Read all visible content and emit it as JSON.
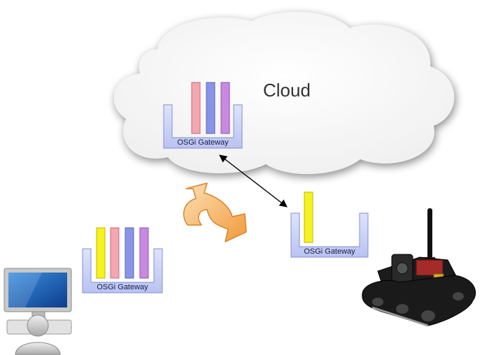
{
  "cloud": {
    "label": "Cloud"
  },
  "gateways": {
    "cloud": {
      "label": "OSGi Gateway",
      "bundles": [
        "#f4a7b0",
        "#8a94e6",
        "#c78ae0"
      ]
    },
    "robot": {
      "label": "OSGi Gateway",
      "bundles": [
        "#f5f21e"
      ]
    },
    "pc": {
      "label": "OSGi Gateway",
      "bundles": [
        "#f5f21e",
        "#f4a7b0",
        "#8a94e6",
        "#c78ae0"
      ]
    }
  },
  "colors": {
    "gateway_fill": "#c7cff2",
    "gateway_stroke": "#7f8fd6",
    "migration_arrow": "#f4a850",
    "link": "#000000"
  },
  "icons": {
    "link": "bidirectional-arrow-icon",
    "migration": "migration-arrow-icon",
    "user": "computer-user-icon",
    "robot": "robot-icon"
  }
}
